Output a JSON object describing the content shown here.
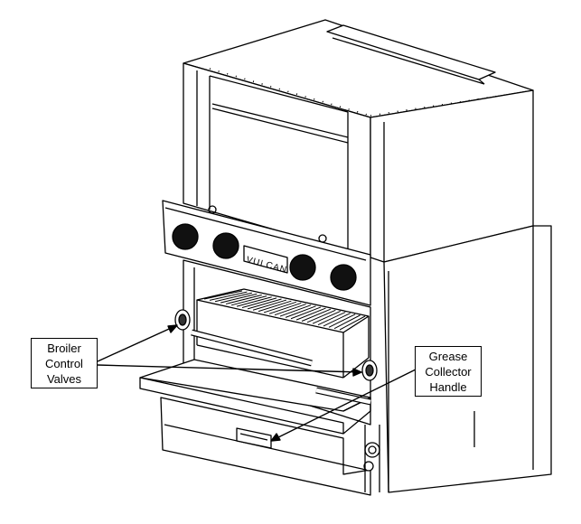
{
  "brand_badge": "VULCAN",
  "callouts": {
    "broiler_control_valves": [
      "Broiler",
      "Control",
      "Valves"
    ],
    "grease_collector_handle": [
      "Grease",
      "Collector",
      "Handle"
    ]
  },
  "colors": {
    "line": "#000000",
    "knob": "#111111",
    "background": "#ffffff"
  }
}
